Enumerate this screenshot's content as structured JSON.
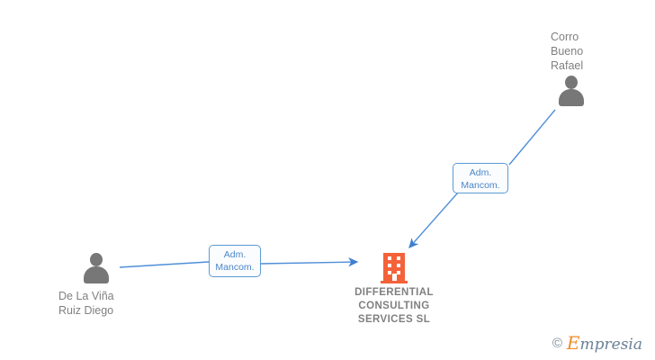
{
  "diagram": {
    "background_color": "#ffffff",
    "accent_color": "#5b9bd5",
    "company_color": "#f4623a",
    "person_color": "#777777",
    "label_color": "#808080",
    "nodes": {
      "person_left": {
        "icon": "person-icon",
        "name_line1": "De La Viña",
        "name_line2": "Ruiz Diego"
      },
      "person_right": {
        "icon": "person-icon",
        "name_line1": "Corro",
        "name_line2": "Bueno",
        "name_line3": "Rafael"
      },
      "company": {
        "icon": "building-icon",
        "name_line1": "DIFFERENTIAL",
        "name_line2": "CONSULTING",
        "name_line3": "SERVICES  SL"
      }
    },
    "edges": [
      {
        "id": "edge-left",
        "from": "person_left",
        "to": "company",
        "badge_line1": "Adm.",
        "badge_line2": "Mancom."
      },
      {
        "id": "edge-right",
        "from": "person_right",
        "to": "company",
        "badge_line1": "Adm.",
        "badge_line2": "Mancom."
      }
    ]
  },
  "watermark": {
    "copyright": "©",
    "brand_cap": "E",
    "brand_rest": "mpresia"
  }
}
